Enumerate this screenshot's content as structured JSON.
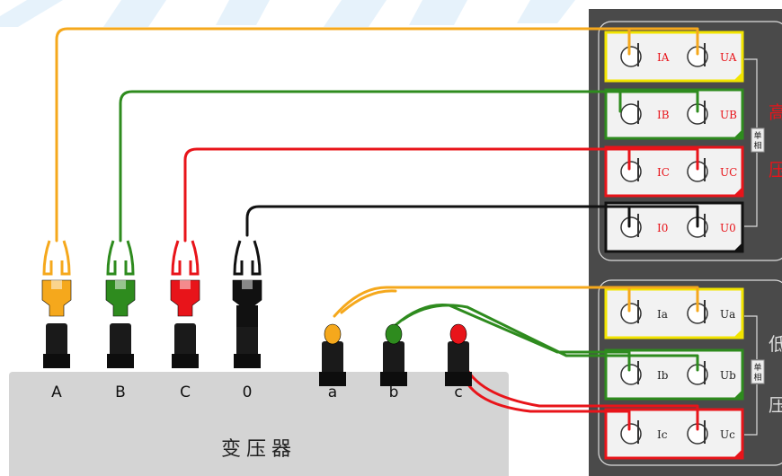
{
  "transformer": {
    "title": "变压器",
    "terminals": [
      {
        "id": "A",
        "label": "A",
        "wire_color": "#f5a81c"
      },
      {
        "id": "B",
        "label": "B",
        "wire_color": "#2e8b1e"
      },
      {
        "id": "C",
        "label": "C",
        "wire_color": "#e8141a"
      },
      {
        "id": "0",
        "label": "0",
        "wire_color": "#111111"
      },
      {
        "id": "a",
        "label": "a",
        "wire_color": "#f5a81c"
      },
      {
        "id": "b",
        "label": "b",
        "wire_color": "#2e8b1e"
      },
      {
        "id": "c",
        "label": "c",
        "wire_color": "#e8141a"
      }
    ]
  },
  "instrument": {
    "high_group": {
      "side_label_top": "高",
      "side_label_bottom": "压",
      "single_phase_label": "单相",
      "ports": [
        {
          "i_label": "IA",
          "u_label": "UA",
          "border_color": "#f2e400",
          "text_color": "#e8141a"
        },
        {
          "i_label": "IB",
          "u_label": "UB",
          "border_color": "#2e8b1e",
          "text_color": "#e8141a"
        },
        {
          "i_label": "IC",
          "u_label": "UC",
          "border_color": "#e8141a",
          "text_color": "#e8141a"
        },
        {
          "i_label": "I0",
          "u_label": "U0",
          "border_color": "#111111",
          "text_color": "#e8141a"
        }
      ]
    },
    "low_group": {
      "side_label_top": "低",
      "side_label_bottom": "压",
      "single_phase_label": "单相",
      "ports": [
        {
          "i_label": "Ia",
          "u_label": "Ua",
          "border_color": "#f2e400",
          "text_color": "#222222"
        },
        {
          "i_label": "Ib",
          "u_label": "Ub",
          "border_color": "#2e8b1e",
          "text_color": "#222222"
        },
        {
          "i_label": "Ic",
          "u_label": "Uc",
          "border_color": "#e8141a",
          "text_color": "#222222"
        }
      ]
    }
  },
  "colors": {
    "yellow": "#f5a81c",
    "green": "#2e8b1e",
    "red": "#e8141a",
    "black": "#111111",
    "panel": "#4a4a4a",
    "transformer_body": "#d4d4d4"
  }
}
